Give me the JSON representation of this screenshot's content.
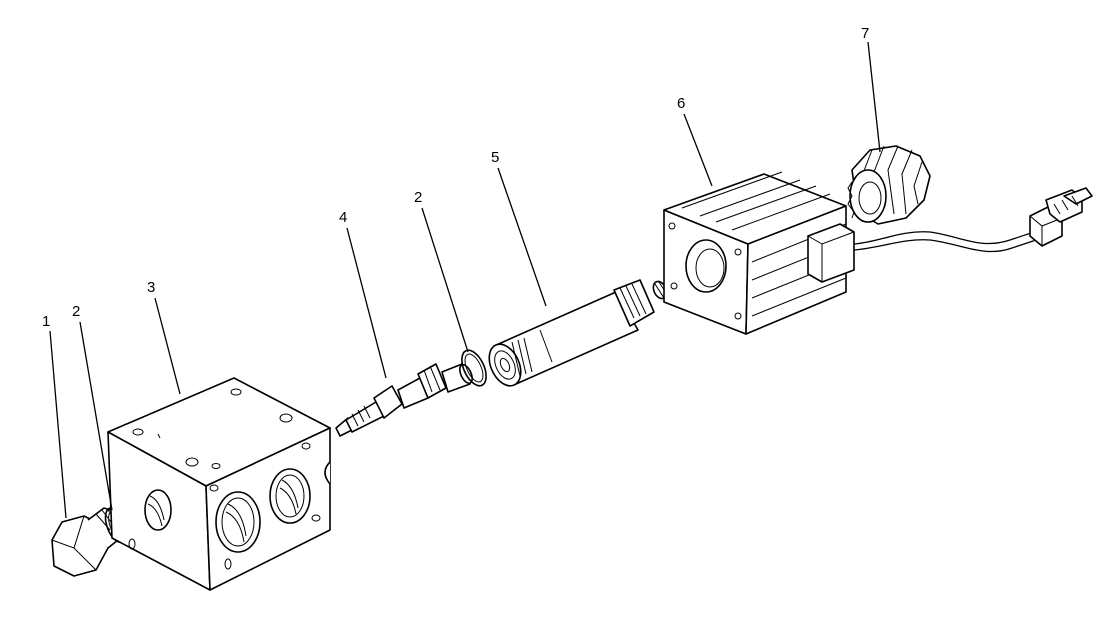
{
  "labels": [
    {
      "id": "label-1",
      "text": "1"
    },
    {
      "id": "label-2a",
      "text": "2"
    },
    {
      "id": "label-3",
      "text": "3"
    },
    {
      "id": "label-4",
      "text": "4"
    },
    {
      "id": "label-2b",
      "text": "2"
    },
    {
      "id": "label-5",
      "text": "5"
    },
    {
      "id": "label-6",
      "text": "6"
    },
    {
      "id": "label-7",
      "text": "7"
    }
  ]
}
